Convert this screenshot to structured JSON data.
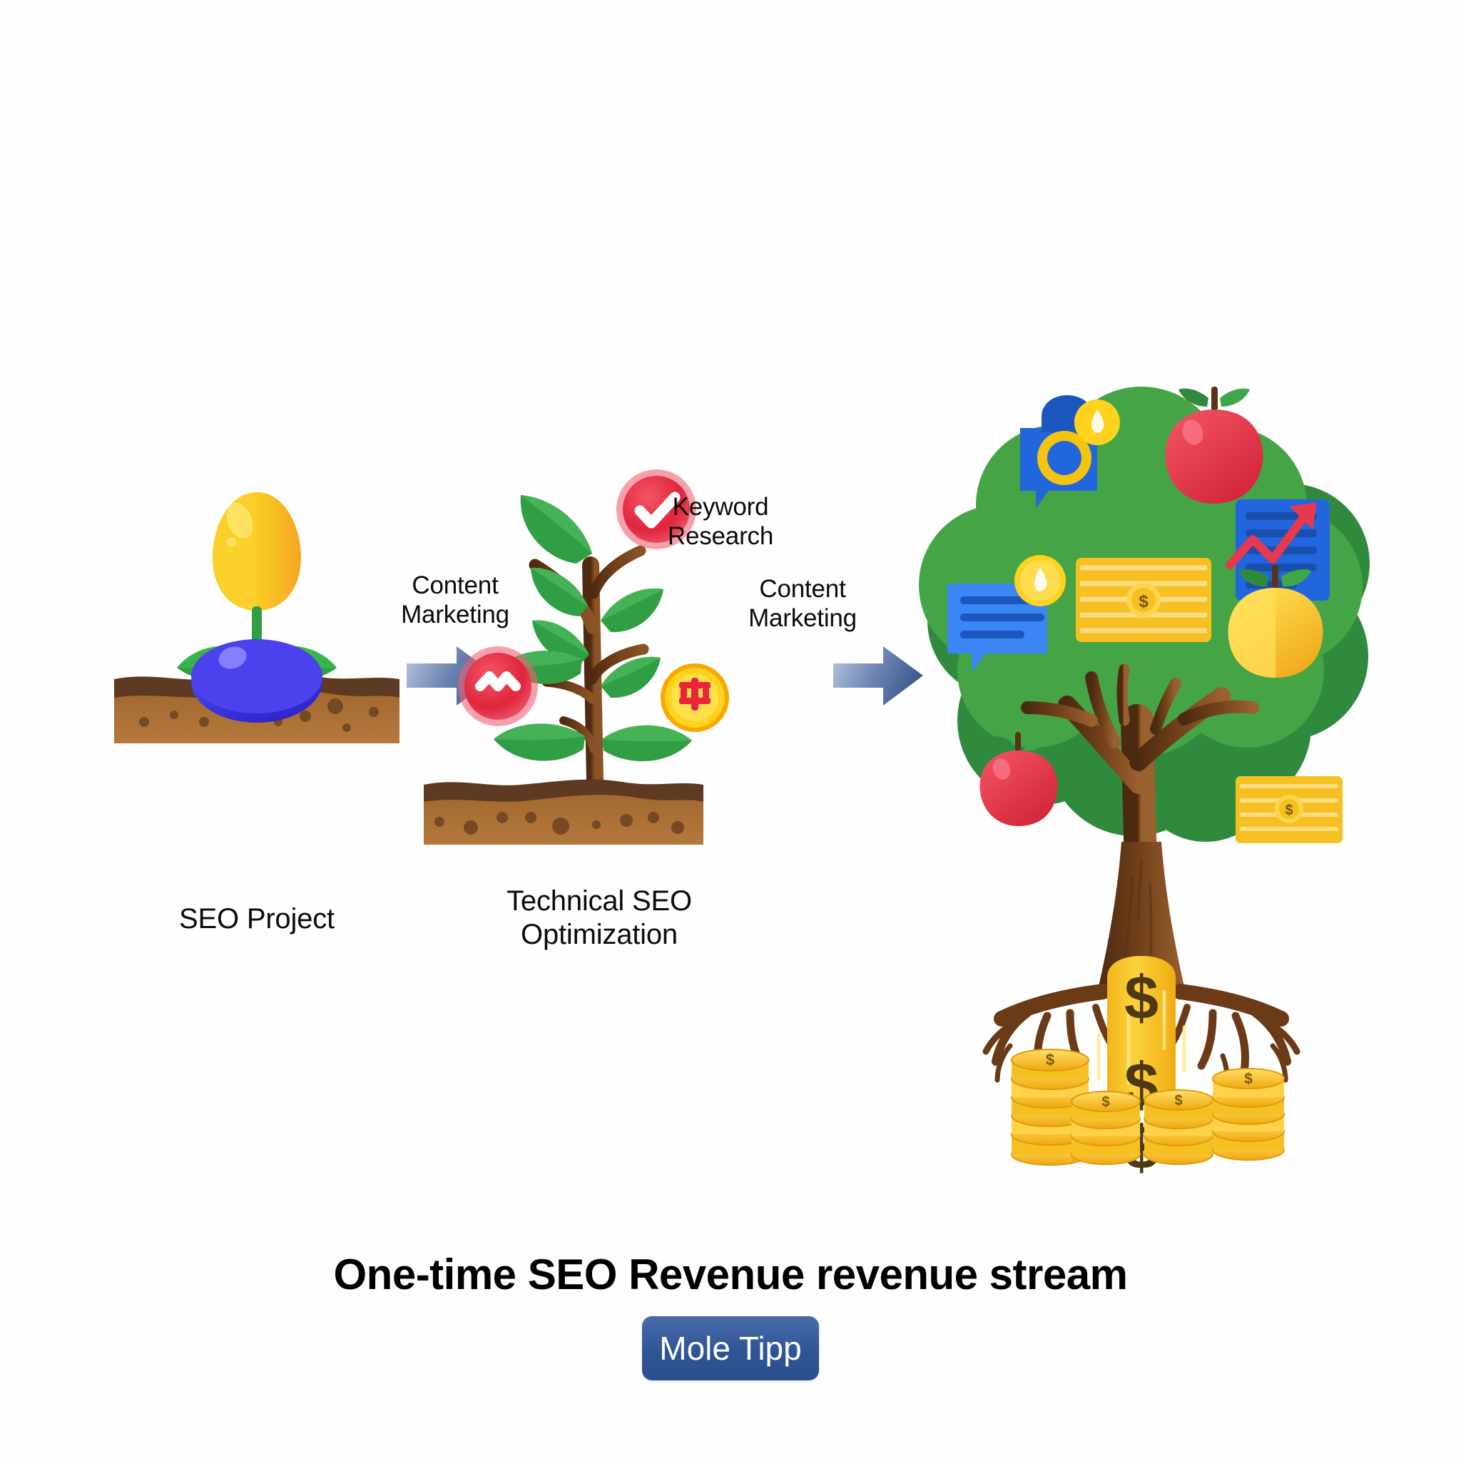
{
  "figure": {
    "title": "One-time SEO Revenue revenue stream",
    "brand_badge": "Mole Tipp",
    "background_color": "#ffffff",
    "title_color": "#000000",
    "badge_color": "#2f5596"
  },
  "stages": [
    {
      "id": "seed",
      "caption": "SEO Project",
      "icon_name": "sprouting-seed",
      "colors": {
        "seed": "#3b3bdd",
        "bud": "#f7c52a",
        "leaf": "#2f9e44",
        "soil_top": "#5d3a21",
        "soil_body": "#a4672f"
      },
      "badges": []
    },
    {
      "id": "sapling",
      "caption": "Technical SEO\nOptimization",
      "icon_name": "young-tree",
      "colors": {
        "trunk": "#6b3c18",
        "leaf": "#3fa64a",
        "soil_top": "#5d3a21",
        "soil_body": "#a4672f"
      },
      "badges": [
        {
          "label": "Keyword Research",
          "icon_name": "check-badge-icon",
          "color": "#e8384f"
        },
        {
          "label": "Content Marketing",
          "icon_name": "wave-badge-icon",
          "color": "#e8384f"
        },
        {
          "label": "Content Marketing",
          "icon_name": "coin-badge-icon",
          "color": "#ffd21e"
        }
      ]
    },
    {
      "id": "money-tree",
      "caption": "",
      "icon_name": "money-tree",
      "colors": {
        "canopy_light": "#45a446",
        "canopy_dark": "#2f8a3d",
        "trunk": "#6b3c18",
        "gold": "#f6c023",
        "gold_light": "#fdd835"
      },
      "canopy_icons": [
        {
          "name": "chat-camera-icon",
          "color": "#2266dd"
        },
        {
          "name": "red-apple-icon",
          "color": "#e03a4e"
        },
        {
          "name": "chat-lines-icon",
          "color": "#2266dd"
        },
        {
          "name": "banknote-icon",
          "color": "#f6c023"
        },
        {
          "name": "growth-chart-document-icon",
          "color": "#2266dd"
        },
        {
          "name": "yellow-apple-icon",
          "color": "#f5c518"
        },
        {
          "name": "red-apple-icon",
          "color": "#e03a4e"
        },
        {
          "name": "banknote-icon",
          "color": "#f6c023"
        }
      ],
      "money_stream": {
        "symbols": [
          "$",
          "$",
          "$"
        ],
        "color": "#f6c023"
      },
      "coin_stacks": [
        {
          "symbol": "$",
          "height": 7
        },
        {
          "symbol": "$",
          "height": 4
        },
        {
          "symbol": "$",
          "height": 4
        },
        {
          "symbol": "$",
          "height": 6
        }
      ]
    }
  ],
  "arrows": [
    {
      "name": "arrow-stage1-to-stage2",
      "direction": "right",
      "color_from": "#a9bcd8",
      "color_to": "#3f5f92"
    },
    {
      "name": "arrow-stage2-to-stage3",
      "direction": "right",
      "color_from": "#a9bcd8",
      "color_to": "#3f5f92"
    }
  ]
}
